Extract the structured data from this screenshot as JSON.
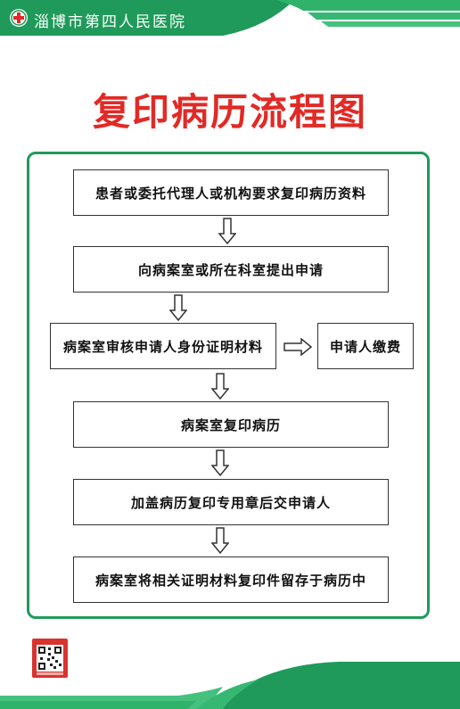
{
  "header": {
    "hospital_name": "淄博市第四人民医院"
  },
  "title": "复印病历流程图",
  "steps": {
    "s1": "患者或委托代理人或机构要求复印病历资料",
    "s2": "向病案室或所在科室提出申请",
    "s3": "病案室审核申请人身份证明材料",
    "s3b": "申请人缴费",
    "s4": "病案室复印病历",
    "s5": "加盖病历复印专用章后交申请人",
    "s6": "病案室将相关证明材料复印件留存于病历中"
  },
  "colors": {
    "brand_green": "#1f9a5a",
    "title_red": "#e12a26"
  }
}
